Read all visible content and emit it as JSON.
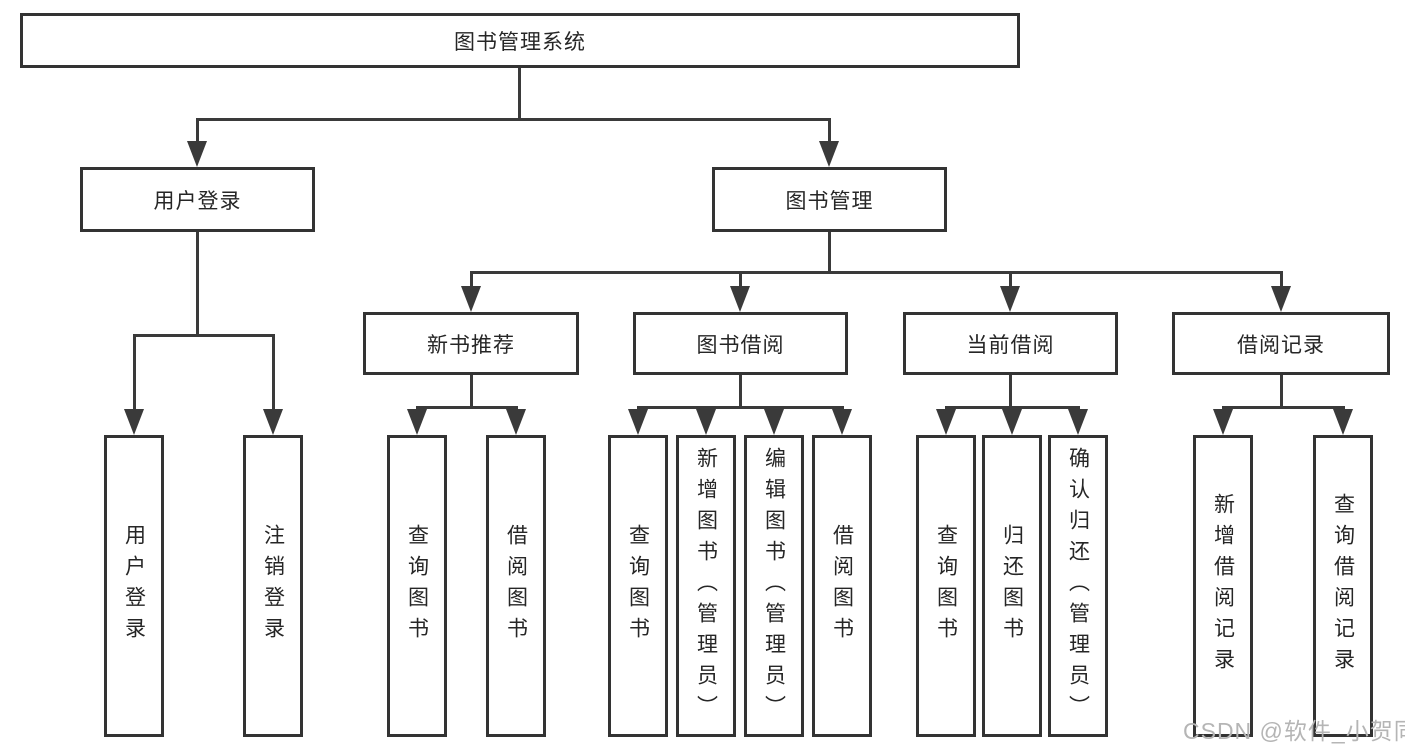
{
  "colors": {
    "line": "#3a3a3a",
    "border": "#333333",
    "text": "#262626",
    "watermark": "#b5b5b5",
    "bg": "#ffffff"
  },
  "diagram": {
    "root": {
      "label": "图书管理系统"
    },
    "level2": [
      {
        "label": "用户登录"
      },
      {
        "label": "图书管理"
      }
    ],
    "level3": [
      {
        "label": "新书推荐"
      },
      {
        "label": "图书借阅"
      },
      {
        "label": "当前借阅"
      },
      {
        "label": "借阅记录"
      }
    ],
    "leaves": {
      "user_login": [
        "用户登录",
        "注销登录"
      ],
      "new_book_rec": [
        "查询图书",
        "借阅图书"
      ],
      "book_borrow": [
        "查询图书",
        "新增图书（管理员）",
        "编辑图书（管理员）",
        "借阅图书"
      ],
      "current_borrow": [
        "查询图书",
        "归还图书",
        "确认归还（管理员）"
      ],
      "borrow_records": [
        "新增借阅记录",
        "查询借阅记录"
      ]
    },
    "watermark": {
      "text": "CSDN @软件_小贺同学"
    }
  }
}
